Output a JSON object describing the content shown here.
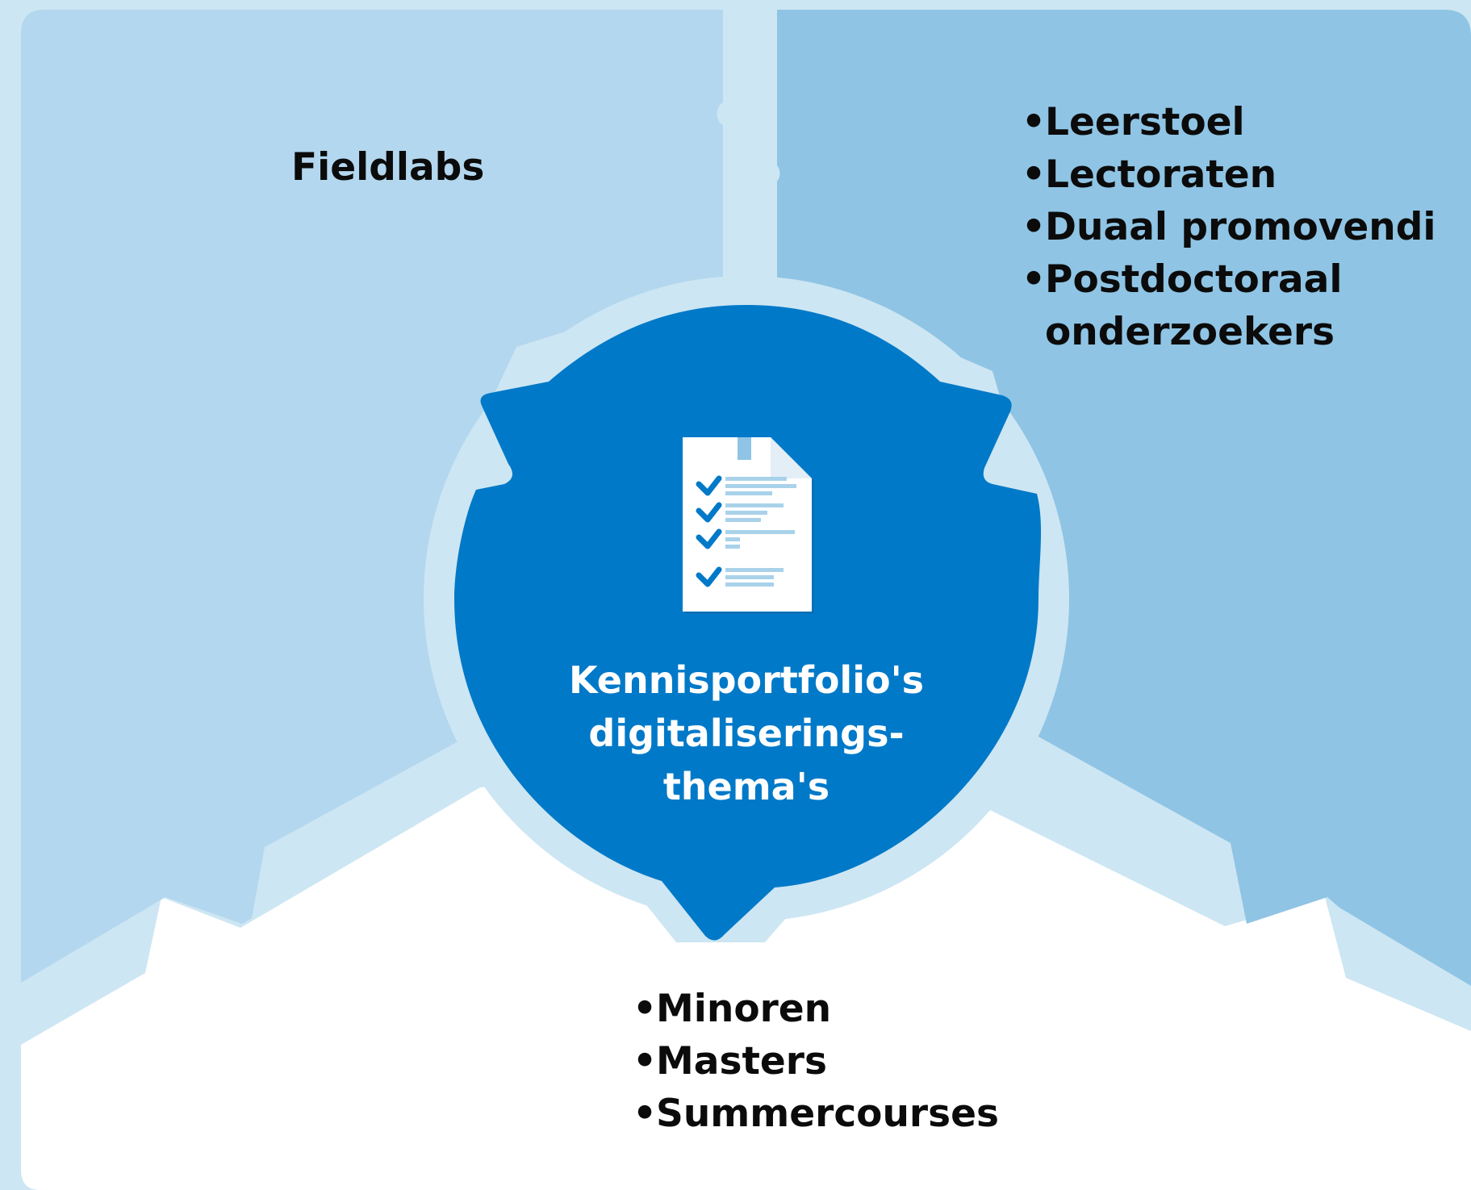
{
  "colors": {
    "frame": "#cde6f3",
    "panel_left": "#b3d7ee",
    "panel_right": "#8fc4e4",
    "panel_bottom": "#ffffff",
    "ring": "#cde6f3",
    "hub": "#0079c8",
    "text": "#0b0b0b",
    "hub_text": "#ffffff"
  },
  "left_panel": {
    "label": "Fieldlabs"
  },
  "right_panel": {
    "bullet": "•",
    "items": [
      "Leerstoel",
      "Lectoraten",
      "Duaal promovendi",
      "Postdoctoraal onderzoekers"
    ]
  },
  "bottom_panel": {
    "bullet": "•",
    "items": [
      "Minoren",
      "Masters",
      "Summercourses"
    ]
  },
  "hub": {
    "title": "Kennisportfolio's\ndigitaliserings-\nthema's",
    "icon": "document-checklist-icon"
  }
}
